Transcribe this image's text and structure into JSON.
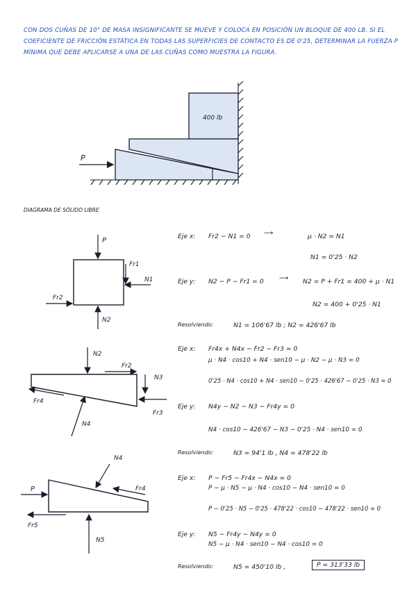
{
  "statement": "Con dos cuñas de 10° de masa insignificante se mueve y coloca en posición un bloque de 400 lb. Si el coeficiente de fricción estática en todas las superficies de contacto es de 0'25, determinar la fuerza P mínima que debe aplicarse a una de las cuñas como muestra la figura.",
  "figure": {
    "block_label": "400 lb",
    "force_label": "P"
  },
  "fbd_title": "Diagrama de sólido libre",
  "fbd1": {
    "labels": {
      "p": "P",
      "fr1": "Fr1",
      "n1": "N1",
      "fr2": "Fr2",
      "n2": "N2"
    }
  },
  "fbd2": {
    "labels": {
      "n2": "N2",
      "fr2": "Fr2",
      "n3": "N3",
      "fr4": "Fr4",
      "n4": "N4",
      "fr3": "Fr3"
    }
  },
  "fbd3": {
    "labels": {
      "n4": "N4",
      "fr4": "Fr4",
      "p": "P",
      "fr5": "Fr5",
      "n5": "N5"
    }
  },
  "eqs1": {
    "x_head": "Eje x:",
    "x_eq": "Fr2 − N1 = 0",
    "x_res": "μ · N2 = N1",
    "x_res2": "N1 = 0'25 · N2",
    "y_head": "Eje y:",
    "y_eq": "N2 − P − Fr1 = 0",
    "y_res": "N2 = P + Fr1 = 400 + μ · N1",
    "y_res2": "N2 = 400 + 0'25 · N1",
    "solve_head": "Resolviendo:",
    "solve": "N1 = 106'67 lb ;  N2 = 426'67 lb"
  },
  "eqs2": {
    "x_head": "Eje x:",
    "x_eq": "Fr4x + N4x − Fr2 − Fr3 = 0",
    "x_eq2": "μ · N4 · cos10 + N4 · sen10 − μ · N2 − μ · N3 = 0",
    "x_eq3": "0'25 · N4 · cos10 + N4 · sen10 − 0'25 · 426'67 − 0'25 · N3 = 0",
    "y_head": "Eje y:",
    "y_eq": "N4y − N2 − N3 − Fr4y = 0",
    "y_eq2": "N4 · cos10 − 426'67 − N3 − 0'25 · N4 · sen10 = 0",
    "solve_head": "Resolviendo:",
    "solve": "N3 = 94'1 lb ,   N4 = 478'22 lb"
  },
  "eqs3": {
    "x_head": "Eje x:",
    "x_eq": "P − Fr5 − Fr4x − N4x = 0",
    "x_eq2": "P − μ · N5 − μ · N4 · cos10 − N4 · sen10 = 0",
    "x_eq3": "P − 0'25 · N5 − 0'25 · 478'22 · cos10 − 478'22 · sen10 = 0",
    "y_head": "Eje y:",
    "y_eq": "N5 − Fr4y − N4y = 0",
    "y_eq2": "N5 − μ · N4 · sen10 − N4 · cos10 = 0",
    "solve_head": "Resolviendo:",
    "solve": "N5 = 450'10 lb ,",
    "answer": "P = 313'33 lb"
  },
  "colors": {
    "ink": "#1b1b2b",
    "blue_ink": "#1f4fb8",
    "fill": "#dce5f3"
  }
}
